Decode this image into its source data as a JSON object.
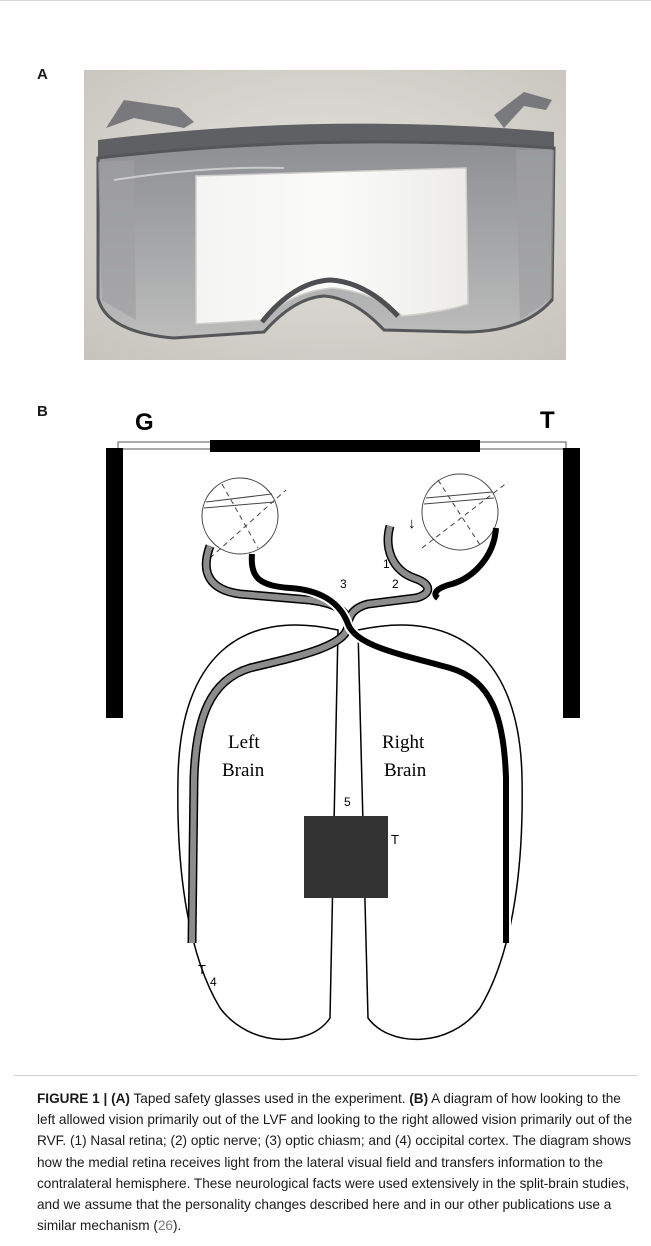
{
  "panels": {
    "a_label": "A",
    "b_label": "B"
  },
  "diagram": {
    "left_marker": "G",
    "right_marker": "T",
    "left_brain": [
      "Left",
      "Brain"
    ],
    "right_brain": [
      "Right",
      "Brain"
    ],
    "num_1": "1",
    "num_2": "2",
    "num_3": "3",
    "num_4": "4",
    "num_5": "5",
    "t_right": "T",
    "t_left": "T",
    "arrow_right_eye": "↓"
  },
  "caption": {
    "fig_label": "FIGURE 1 | ",
    "a_ref": "(A)",
    "a_text": " Taped safety glasses used in the experiment. ",
    "b_ref": "(B)",
    "b_text": " A diagram of how looking to the left allowed vision primarily out of the LVF and looking to the right allowed vision primarily out of the RVF. (1) Nasal retina; (2) optic nerve; (3) optic chiasm; and (4) occipital cortex. The diagram shows how the medial retina receives light from the lateral visual field and transfers information to the contralateral hemisphere. These neurological facts were used extensively in the split-brain studies, and we assume that the personality changes described here and in our other publications use a similar mechanism (",
    "citation": "26",
    "end": ")."
  },
  "colors": {
    "gray_pathway": "#8c8c8c",
    "black_pathway": "#000000",
    "corpus_callosum": "#333333",
    "photo_background": "#dcdad4"
  }
}
